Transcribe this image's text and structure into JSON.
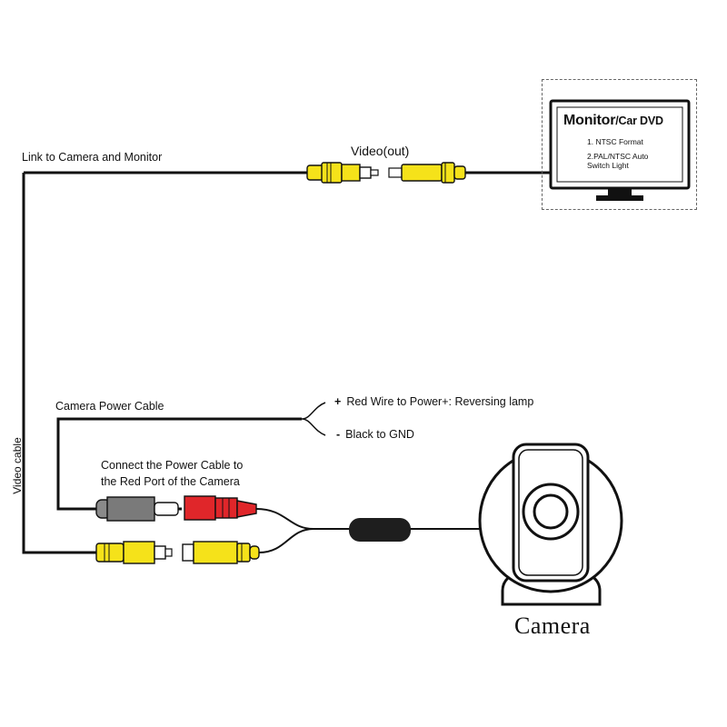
{
  "labels": {
    "link_camera_monitor": "Link to Camera and Monitor",
    "video_out": "Video(out)",
    "video_cable": "Video cable",
    "camera_power_cable": "Camera Power Cable",
    "red_wire_sign": "+",
    "red_wire": "Red Wire to Power+: Reversing lamp",
    "black_wire_sign": "-",
    "black_wire": "Black to GND",
    "connect_power_line1": "Connect the Power Cable to",
    "connect_power_line2": "the Red Port of the Camera",
    "camera": "Camera"
  },
  "monitor": {
    "title": "Monitor",
    "title_suffix": "/Car DVD",
    "items": [
      "1. NTSC Format",
      "2.PAL/NTSC Auto Switch Light"
    ]
  },
  "colors": {
    "wire": "#111111",
    "rca_yellow": "#f5e21a",
    "rca_red": "#e0262a",
    "rca_gray": "#7a7a7a",
    "connector_dark": "#2a2a2a",
    "monitor_frame": "#666666"
  }
}
